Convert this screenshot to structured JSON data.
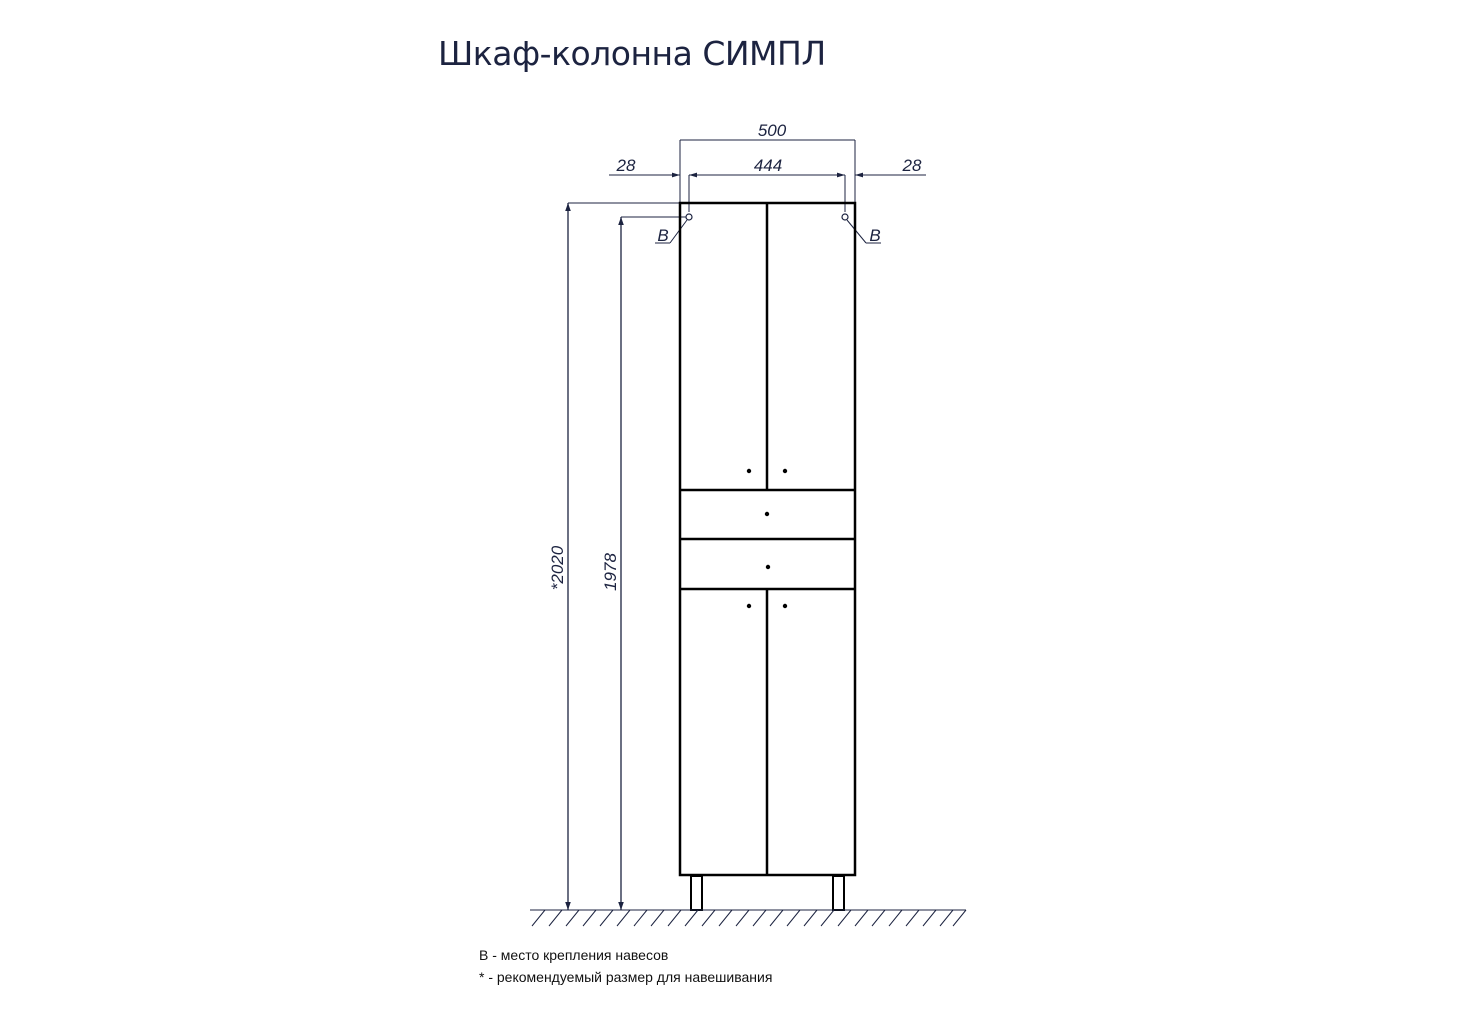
{
  "title": "Шкаф-колонна СИМПЛ",
  "dimensions": {
    "overall_width": "500",
    "inner_width": "444",
    "left_offset": "28",
    "right_offset": "28",
    "overall_height": "*2020",
    "mount_height": "1978"
  },
  "markers": {
    "left_mount_label": "B",
    "right_mount_label": "B"
  },
  "legend": {
    "line1": "В - место крепления навесов",
    "line2": "* - рекомендуемый размер для навешивания"
  },
  "colors": {
    "title": "#1c2340",
    "dimension_lines": "#1c2340",
    "cabinet_outline": "#000000"
  }
}
